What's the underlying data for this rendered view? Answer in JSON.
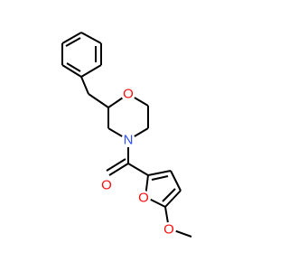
{
  "molecule": {
    "atoms": [
      {
        "id": "o_morph",
        "label": "O",
        "color": "#ff0d0d"
      },
      {
        "id": "n_morph",
        "label": "N",
        "color": "#3050f8"
      },
      {
        "id": "o_carbonyl",
        "label": "O",
        "color": "#ff0d0d"
      },
      {
        "id": "o_furan",
        "label": "O",
        "color": "#ff0d0d"
      },
      {
        "id": "o_methoxy",
        "label": "O",
        "color": "#ff0d0d"
      }
    ],
    "bond_color": "#000000"
  }
}
